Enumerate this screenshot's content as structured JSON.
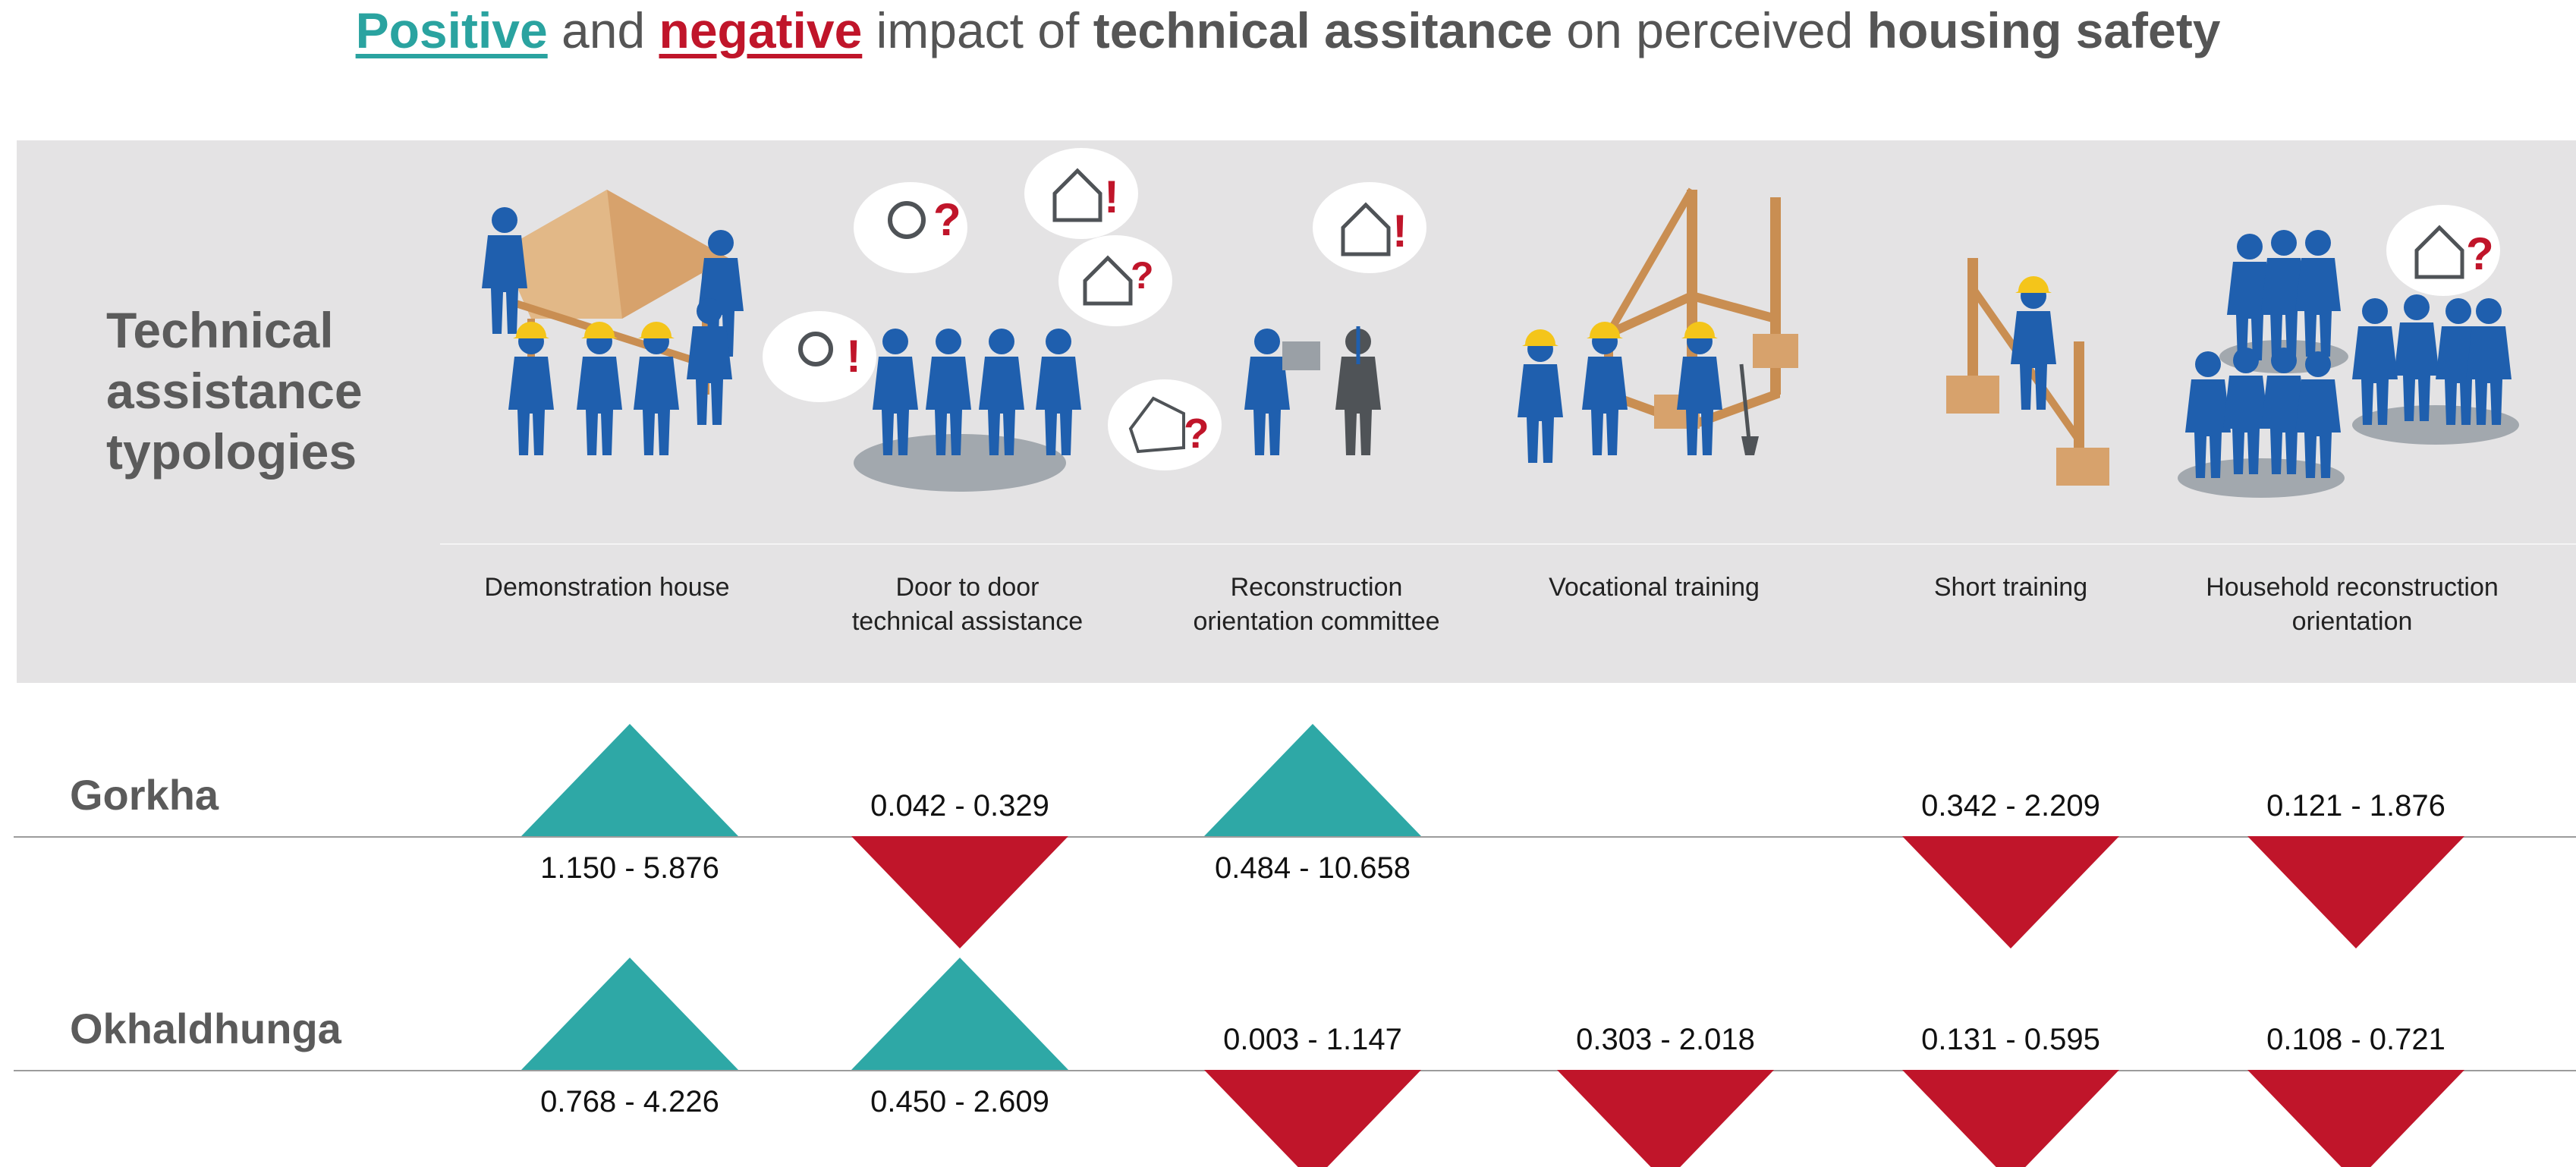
{
  "title": {
    "positive": "Positive",
    "and": " and ",
    "negative": "negative",
    "impact_of": " impact of ",
    "technical_assistance": "technical assitance",
    "on_perceived": " on perceived ",
    "housing_safety": "housing safety"
  },
  "panel": {
    "heading_line1": "Technical",
    "heading_line2": "assistance",
    "heading_line3": "typologies"
  },
  "typologies": [
    {
      "line1": "Demonstration house",
      "line2": ""
    },
    {
      "line1": "Door to door",
      "line2": "technical assistance"
    },
    {
      "line1": "Reconstruction",
      "line2": "orientation committee"
    },
    {
      "line1": "Vocational training",
      "line2": ""
    },
    {
      "line1": "Short training",
      "line2": ""
    },
    {
      "line1": "Household reconstruction",
      "line2": "orientation"
    }
  ],
  "colors": {
    "positive": "#2ea8a6",
    "negative": "#c0152a",
    "worker_blue": "#1f5fae",
    "helmet": "#f4c51a",
    "timber": "#d7a26c",
    "person_grey": "#4f5357"
  },
  "chart_data": {
    "type": "table",
    "columns": [
      "Demonstration house",
      "Door to door technical assistance",
      "Reconstruction orientation committee",
      "Vocational training",
      "Short training",
      "Household reconstruction orientation"
    ],
    "rows": [
      {
        "region": "Gorkha",
        "cells": [
          {
            "direction": "positive",
            "range": "1.150 - 5.876"
          },
          {
            "direction": "negative",
            "range": "0.042 - 0.329"
          },
          {
            "direction": "positive",
            "range": "0.484 - 10.658"
          },
          {
            "direction": "none",
            "range": ""
          },
          {
            "direction": "negative",
            "range": "0.342 - 2.209"
          },
          {
            "direction": "negative",
            "range": "0.121 - 1.876"
          }
        ]
      },
      {
        "region": "Okhaldhunga",
        "cells": [
          {
            "direction": "positive",
            "range": "0.768 - 4.226"
          },
          {
            "direction": "positive",
            "range": "0.450 - 2.609"
          },
          {
            "direction": "negative",
            "range": "0.003 - 1.147"
          },
          {
            "direction": "negative",
            "range": "0.303 - 2.018"
          },
          {
            "direction": "negative",
            "range": "0.131 - 0.595"
          },
          {
            "direction": "negative",
            "range": "0.108 - 0.721"
          }
        ]
      }
    ]
  }
}
